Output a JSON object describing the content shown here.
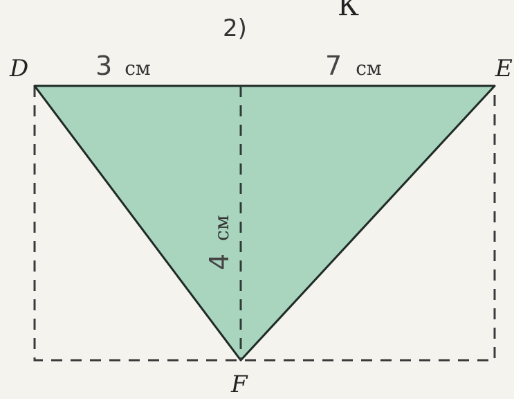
{
  "problem_part": "2)",
  "heading_fragment": "К",
  "vertices": {
    "D": "D",
    "E": "E",
    "F": "F"
  },
  "dimensions": {
    "left_segment": {
      "value": "3",
      "unit": "см"
    },
    "right_segment": {
      "value": "7",
      "unit": "см"
    },
    "height": {
      "value": "4",
      "unit": "см"
    }
  },
  "colors": {
    "triangle_fill": "#a9d5bf",
    "triangle_stroke": "#1f2a26",
    "dashed_line": "#3a3a3a",
    "paper": "#f4f3ee"
  }
}
